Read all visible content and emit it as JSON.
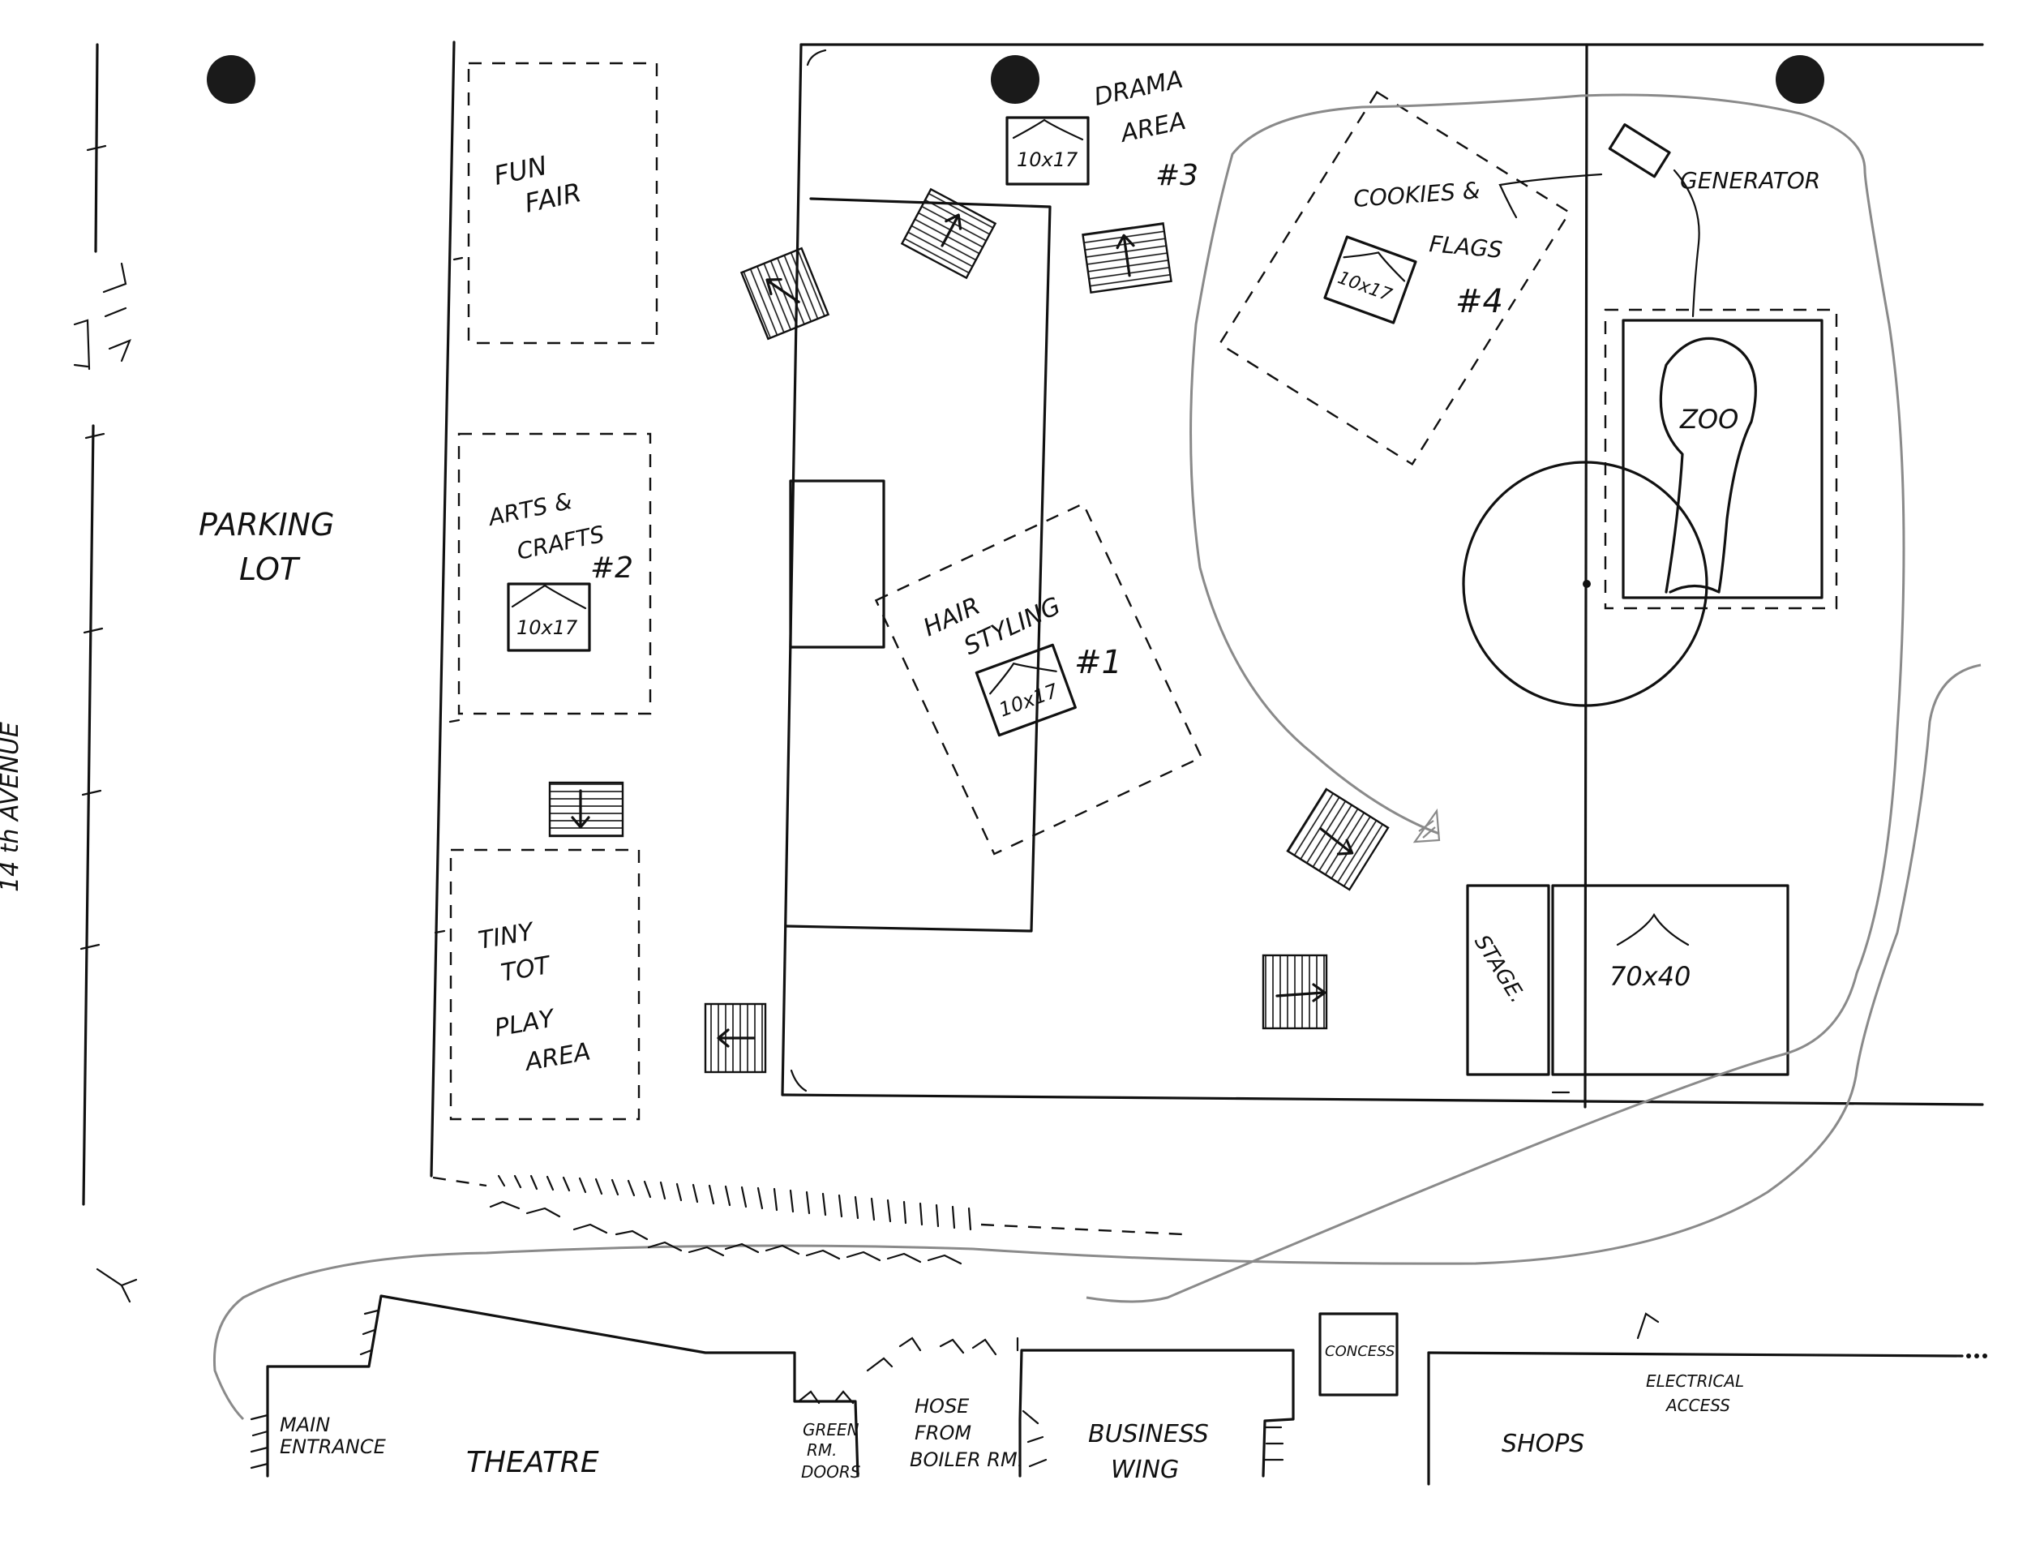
{
  "streets": {
    "avenue": "14 th AVENUE"
  },
  "areas": {
    "parking": {
      "line1": "PARKING",
      "line2": "LOT"
    },
    "fun_fair": {
      "line1": "FUN",
      "line2": "FAIR"
    },
    "arts_crafts": {
      "line1": "ARTS &",
      "line2": "CRAFTS",
      "number": "#2",
      "tent": "10x17"
    },
    "tiny_tot": {
      "line1": "TINY",
      "line2": "TOT",
      "line3": "PLAY",
      "line4": "AREA"
    },
    "drama": {
      "line1": "DRAMA",
      "line2": "AREA",
      "number": "#3",
      "tent": "10x17"
    },
    "hair": {
      "line1": "HAIR",
      "line2": "STYLING",
      "number": "#1",
      "tent": "10x17"
    },
    "cookies": {
      "line1": "COOKIES &",
      "line2": "FLAGS",
      "number": "#4",
      "tent": "10x17"
    },
    "generator": {
      "label": "GENERATOR"
    },
    "zoo": {
      "label": "ZOO"
    },
    "stage": {
      "label": "STAGE.",
      "tent": "70x40"
    }
  },
  "building": {
    "main_entrance": {
      "line1": "MAIN",
      "line2": "ENTRANCE"
    },
    "theatre": "THEATRE",
    "green_room": {
      "line1": "GREEN",
      "line2": "RM.",
      "line3": "DOORS"
    },
    "hose": {
      "line1": "HOSE",
      "line2": "FROM",
      "line3": "BOILER RM."
    },
    "business": {
      "line1": "BUSINESS",
      "line2": "WING"
    },
    "concession": "CONCESS.",
    "electrical": {
      "line1": "ELECTRICAL",
      "line2": "ACCESS"
    },
    "shops": "SHOPS"
  }
}
